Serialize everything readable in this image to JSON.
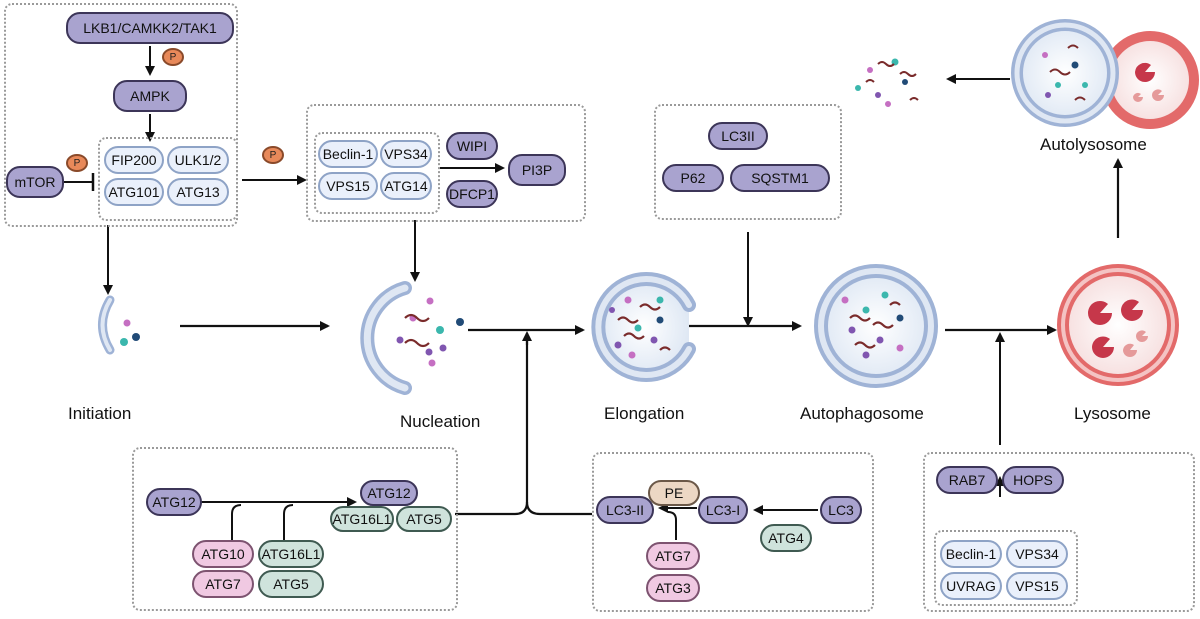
{
  "stages": {
    "initiation": "Initiation",
    "nucleation": "Nucleation",
    "elongation": "Elongation",
    "autophagosome": "Autophagosome",
    "lysosome": "Lysosome",
    "autolysosome": "Autolysosome"
  },
  "initiation_complex": {
    "upstream": "LKB1/CAMKK2/TAK1",
    "ampk": "AMPK",
    "mtor": "mTOR",
    "fip200": "FIP200",
    "ulk": "ULK1/2",
    "atg101": "ATG101",
    "atg13": "ATG13",
    "phospho": "P"
  },
  "nucleation_complex": {
    "beclin": "Beclin-1",
    "vps34": "VPS34",
    "vps15": "VPS15",
    "atg14": "ATG14",
    "wipi": "WIPI",
    "dfcp1": "DFCP1",
    "pi3p": "PI3P",
    "phospho": "P"
  },
  "cargo": {
    "lc3ii": "LC3II",
    "p62": "P62",
    "sqstm1": "SQSTM1"
  },
  "conjugation": {
    "atg12_start": "ATG12",
    "atg12_end": "ATG12",
    "atg16l1_complex": "ATG16L1",
    "atg5_complex": "ATG5",
    "atg10": "ATG10",
    "atg7": "ATG7",
    "atg16l1": "ATG16L1",
    "atg5": "ATG5"
  },
  "lc3_processing": {
    "lc3": "LC3",
    "lc3_i": "LC3-I",
    "lc3_ii": "LC3-II",
    "pe": "PE",
    "atg4": "ATG4",
    "atg7": "ATG7",
    "atg3": "ATG3"
  },
  "fusion": {
    "rab7": "RAB7",
    "hops": "HOPS",
    "beclin": "Beclin-1",
    "vps34": "VPS34",
    "uvrag": "UVRAG",
    "vps15": "VPS15"
  },
  "colors": {
    "purple": "#a9a3cf",
    "light_blue": "#eaf0fb",
    "green": "#cfe3dc",
    "pink": "#f0c9e2",
    "phospho": "#e8895a",
    "membrane": "#9fb3d6",
    "lysosome": "#e36a6a"
  }
}
